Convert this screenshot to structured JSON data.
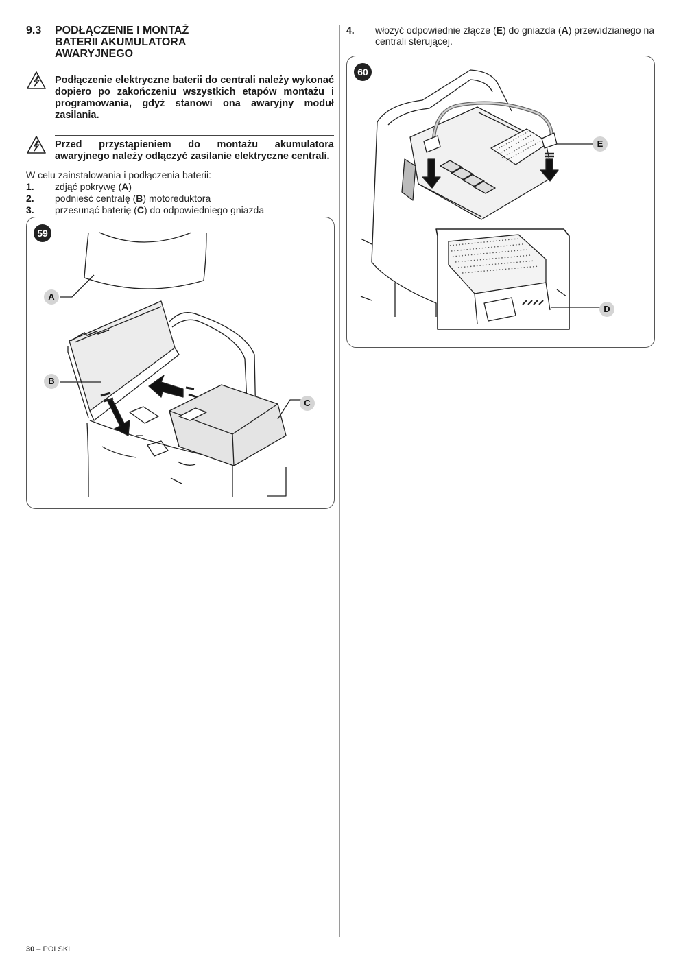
{
  "section": {
    "number": "9.3",
    "title": "PODŁĄCZENIE I MONTAŻ BATERII AKUMULATORA AWARYJNEGO"
  },
  "warnings": [
    {
      "icon": "electric-hazard-icon",
      "text": "Podłączenie elektryczne baterii do centrali należy wykonać dopiero po zakończeniu wszystkich etapów montażu i programowania, gdyż stanowi ona awaryjny moduł zasilania."
    },
    {
      "icon": "electric-hazard-icon",
      "text": "Przed przystąpieniem do montażu akumulatora awaryjnego należy odłączyć zasilanie elektryczne centrali."
    }
  ],
  "intro": "W celu zainstalowania i podłączenia baterii:",
  "steps": [
    {
      "num": "1.",
      "before": "zdjąć pokrywę (",
      "key": "A",
      "after": ")"
    },
    {
      "num": "2.",
      "before": "podnieść centralę (",
      "key": "B",
      "after": ") motoreduktora"
    },
    {
      "num": "3.",
      "before": "przesunąć baterię (",
      "key": "C",
      "after": ") do odpowiedniego gniazda"
    },
    {
      "num": "4.",
      "before": "włożyć odpowiednie złącze (",
      "key": "E",
      "mid": ") do gniazda (",
      "key2": "A",
      "after": ") przewidzianego na centrali sterującej."
    }
  ],
  "figures": {
    "fig59": {
      "number": "59",
      "callouts": [
        "A",
        "B",
        "C"
      ]
    },
    "fig60": {
      "number": "60",
      "callouts": [
        "E",
        "D"
      ]
    }
  },
  "footer": {
    "page": "30",
    "sep": " – ",
    "lang": "POLSKI"
  }
}
